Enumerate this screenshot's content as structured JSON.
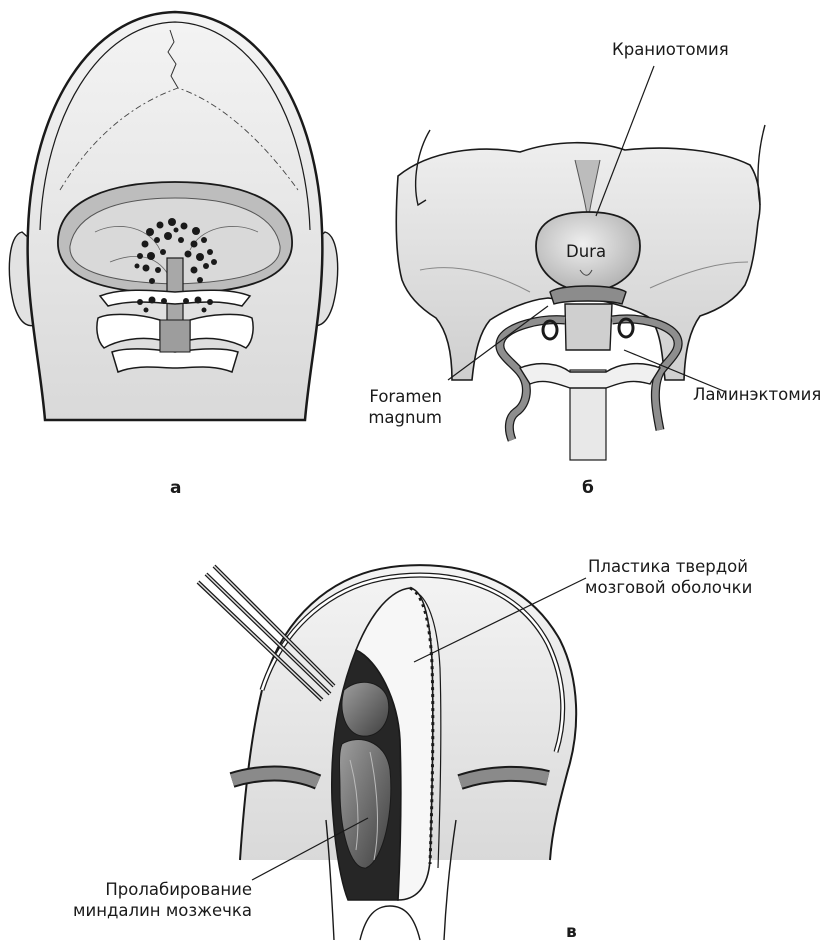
{
  "panels": [
    {
      "letter": "а"
    },
    {
      "letter": "б",
      "labels": {
        "craniotomy": "Краниотомия",
        "dura": "Dura",
        "foramen_line1": "Foramen",
        "foramen_line2": "magnum",
        "laminectomy": "Ламинэктомия"
      }
    },
    {
      "letter": "в",
      "labels": {
        "duraplasty_line1": "Пластика твердой",
        "duraplasty_line2": "мозговой оболочки",
        "prolapse_line1": "Пролабирование",
        "prolapse_line2": "миндалин мозжечка"
      }
    }
  ],
  "colors": {
    "outline": "#1a1a1a",
    "skin": "#e9e9e9",
    "bone": "#d4d4d4",
    "shadow": "#9a9a9a",
    "dark": "#4a4a4a"
  }
}
